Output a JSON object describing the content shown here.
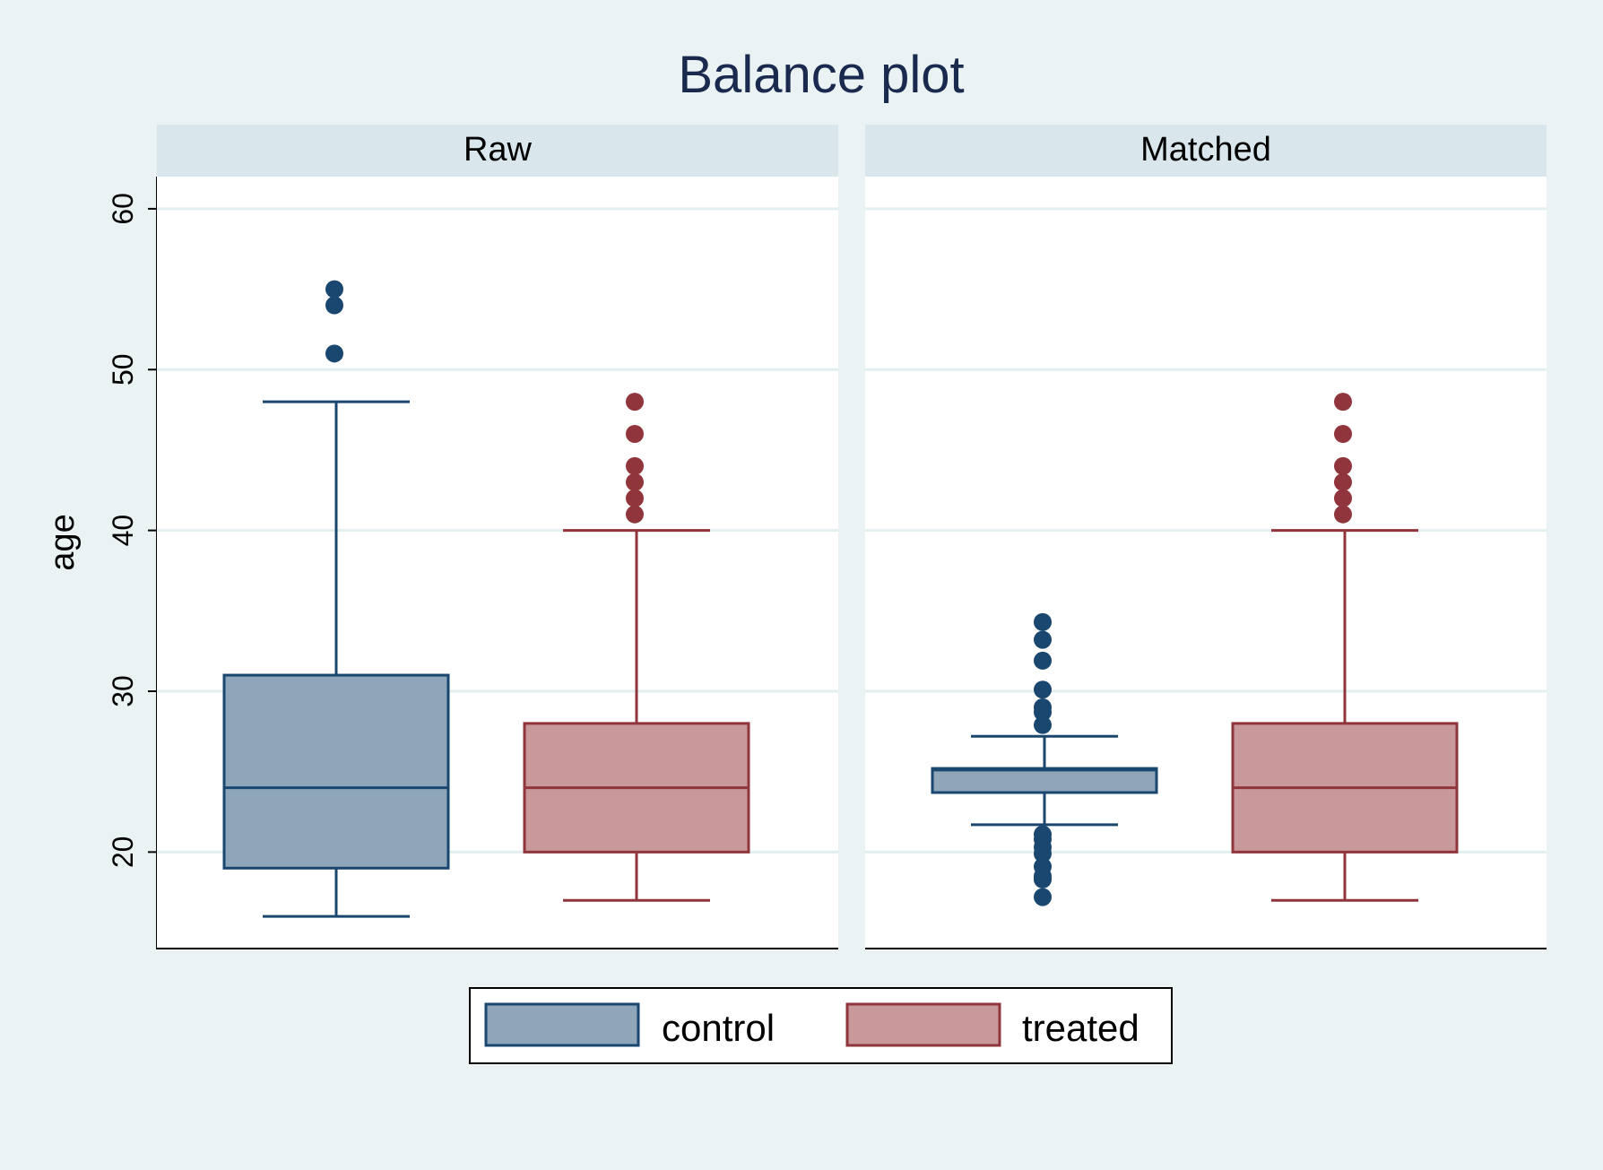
{
  "chart_data": {
    "type": "box",
    "title": "Balance plot",
    "ylabel": "age",
    "ylim": [
      14,
      62
    ],
    "yticks": [
      20,
      30,
      40,
      50,
      60
    ],
    "grid": true,
    "legend_position": "bottom",
    "colors": {
      "background": "#eaf2f3",
      "panel_header": "#d9e6eb",
      "title": "#1a2a4f",
      "control_fill": "#8ea5ba",
      "control_line": "#1a476f",
      "treated_fill": "#c8989b",
      "treated_line": "#90353b"
    },
    "series": [
      {
        "name": "control"
      },
      {
        "name": "treated"
      }
    ],
    "panels": [
      {
        "label": "Raw",
        "boxes": [
          {
            "series": "control",
            "q1": 19,
            "median": 24,
            "q3": 31,
            "whisker_low": 16,
            "whisker_high": 48,
            "outliers": [
              51,
              54,
              55
            ]
          },
          {
            "series": "treated",
            "q1": 20,
            "median": 24,
            "q3": 28,
            "whisker_low": 17,
            "whisker_high": 40,
            "outliers": [
              41,
              42,
              43,
              44,
              46,
              48
            ]
          }
        ]
      },
      {
        "label": "Matched",
        "boxes": [
          {
            "series": "control",
            "q1": 23.7,
            "median": 25.1,
            "q3": 25.2,
            "whisker_low": 21.7,
            "whisker_high": 27.2,
            "outliers": [
              17.2,
              18.3,
              18.5,
              19.1,
              19.9,
              20.3,
              20.8,
              21.1,
              27.9,
              28.7,
              29.0,
              30.1,
              31.9,
              33.2,
              34.3
            ]
          },
          {
            "series": "treated",
            "q1": 20,
            "median": 24,
            "q3": 28,
            "whisker_low": 17,
            "whisker_high": 40,
            "outliers": [
              41,
              42,
              43,
              44,
              46,
              48
            ]
          }
        ]
      }
    ]
  }
}
